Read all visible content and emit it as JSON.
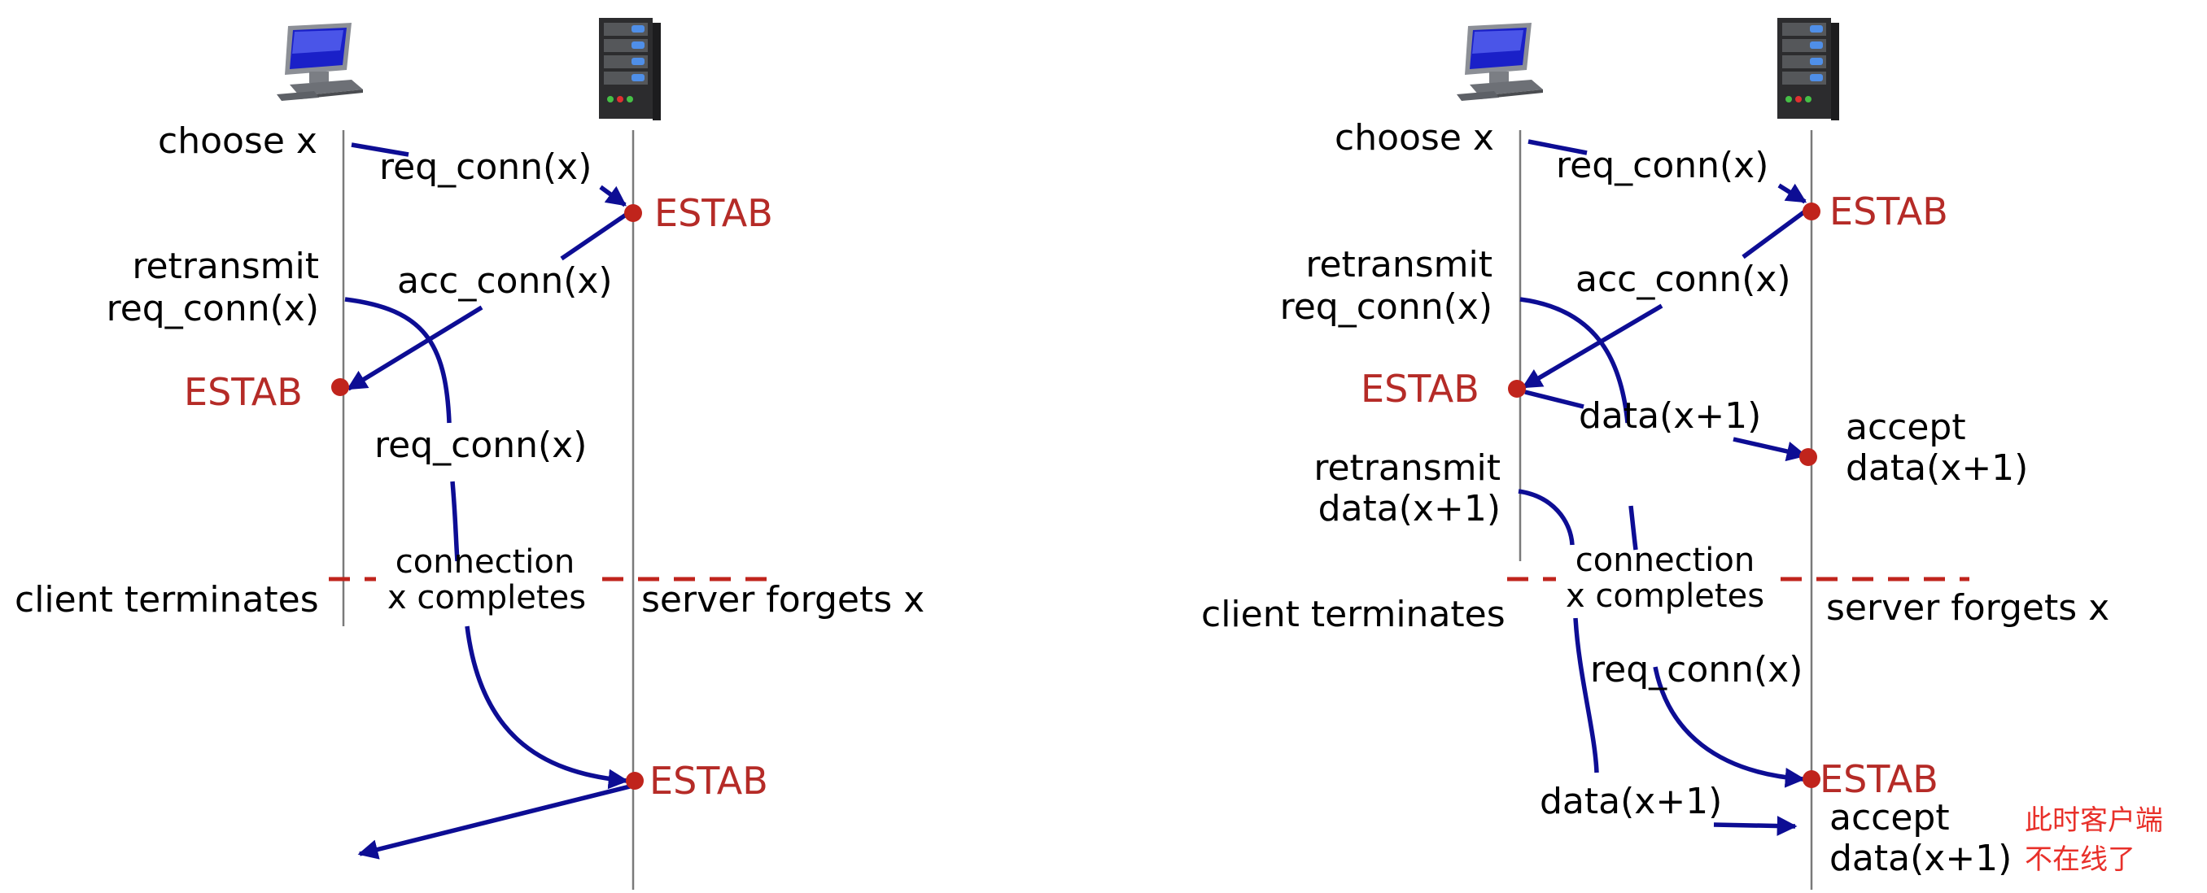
{
  "left": {
    "choose_x": "choose x",
    "req1": "req_conn(x)",
    "estab_server_1": "ESTAB",
    "retransmit_1": "retransmit",
    "retransmit_2": "req_conn(x)",
    "acc": "acc_conn(x)",
    "estab_client": "ESTAB",
    "req2": "req_conn(x)",
    "connection_1": "connection",
    "connection_2": "x completes",
    "client_terminates": "client terminates",
    "server_forgets": "server forgets x",
    "estab_server_2": "ESTAB"
  },
  "right": {
    "choose_x": "choose x",
    "req1": "req_conn(x)",
    "estab_server_1": "ESTAB",
    "retransmit_1": "retransmit",
    "retransmit_2": "req_conn(x)",
    "acc": "acc_conn(x)",
    "estab_client": "ESTAB",
    "data": "data(x+1)",
    "accept_1": "accept",
    "accept_2": "data(x+1)",
    "retransmit_data_1": "retransmit",
    "retransmit_data_2": "data(x+1)",
    "connection_1": "connection",
    "connection_2": "x completes",
    "client_terminates": "client terminates",
    "server_forgets": "server forgets x",
    "req2": "req_conn(x)",
    "estab_server_2": "ESTAB",
    "data2": "data(x+1)",
    "accept2_1": "accept",
    "accept2_2": "data(x+1)",
    "note_1": "此时客户端",
    "note_2": "不在线了"
  },
  "icons": [
    "computer-icon",
    "server-icon"
  ],
  "colors": {
    "message": "#0d0d94",
    "estab": "#b52b27",
    "note": "#e8302a"
  }
}
